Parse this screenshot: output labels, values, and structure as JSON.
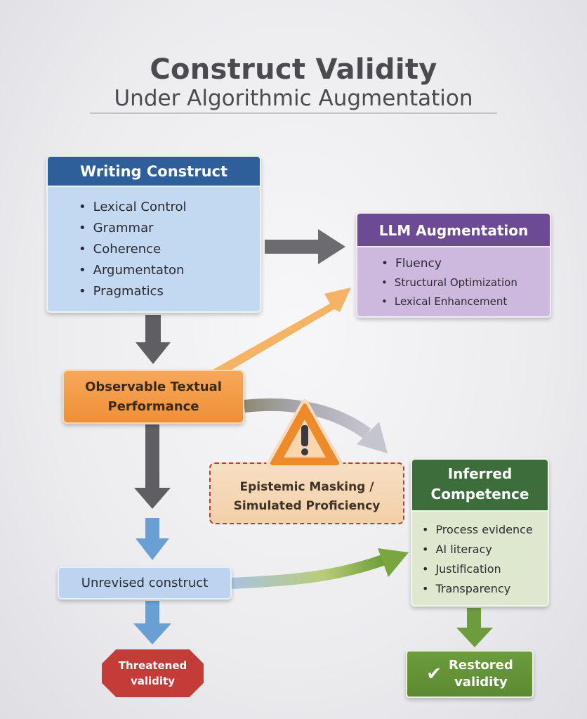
{
  "header": {
    "title": "Construct Validity",
    "subtitle": "Under Algorithmic Augmentation"
  },
  "nodes": {
    "writing_construct": {
      "title": "Writing Construct",
      "items": [
        "Lexical Control",
        "Grammar",
        "Coherence",
        "Argumentaton",
        "Pragmatics"
      ],
      "color": "#2f5f9a"
    },
    "llm_augmentation": {
      "title": "LLM Augmentation",
      "items": [
        "Fluency",
        "Structural Optimization",
        "Lexical Enhancement"
      ],
      "color": "#6c4a94"
    },
    "observable_performance": {
      "line1": "Observable Textual",
      "line2": "Performance",
      "color": "#f19a44"
    },
    "epistemic_masking": {
      "line1": "Epistemic Masking /",
      "line2": "Simulated Proficiency",
      "icon": "warning-triangle-icon",
      "border_color": "#b83a34"
    },
    "inferred_competence": {
      "title_line1": "Inferred",
      "title_line2": "Competence",
      "items": [
        "Process evidence",
        "AI literacy",
        "Justification",
        "Transparency"
      ],
      "color": "#3d6d3a"
    },
    "unrevised_construct": {
      "label": "Unrevised construct",
      "color": "#bcd4ef"
    },
    "threatened_validity": {
      "line1": "Threatened",
      "line2": "validity",
      "color": "#c43c38"
    },
    "restored_validity": {
      "line1": "Restored",
      "line2": "validity",
      "icon": "check-icon",
      "icon_glyph": "✔",
      "color": "#5b8a31"
    }
  },
  "edges": [
    {
      "from": "writing_construct",
      "to": "llm_augmentation",
      "color": "#6b6b70"
    },
    {
      "from": "writing_construct",
      "to": "observable_performance",
      "color": "#5e5e63"
    },
    {
      "from": "observable_performance",
      "to": "llm_augmentation",
      "color": "#f5b366"
    },
    {
      "from": "observable_performance",
      "to": "inferred_competence",
      "color": "#a9abb6"
    },
    {
      "from": "observable_performance",
      "to": "unrevised_construct",
      "color": "#5e5e63"
    },
    {
      "from": "unrevised_construct",
      "to": "inferred_competence",
      "color": "#9cbf5a"
    },
    {
      "from": "unrevised_construct",
      "to": "threatened_validity",
      "color": "#6a9fd4"
    },
    {
      "from": "inferred_competence",
      "to": "restored_validity",
      "color": "#6d9c3e"
    }
  ]
}
